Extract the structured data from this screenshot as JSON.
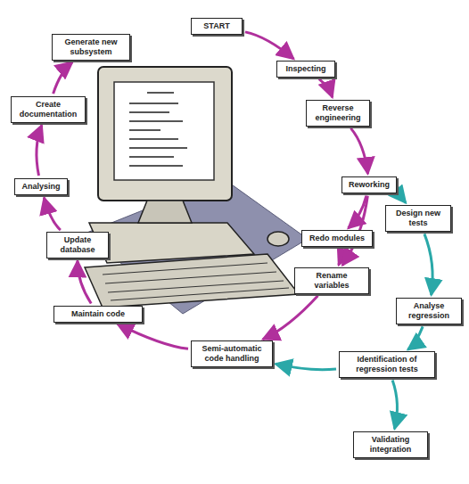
{
  "diagram": {
    "nodes": [
      {
        "text": [
          "START"
        ]
      },
      {
        "text": [
          "Inspecting"
        ]
      },
      {
        "text": [
          "Reverse engineering"
        ]
      },
      {
        "text": [
          "Reworking"
        ]
      },
      {
        "text": [
          "Design new tests"
        ]
      },
      {
        "text": [
          "Redo modules"
        ]
      },
      {
        "text": [
          "Rename variables"
        ]
      },
      {
        "text": [
          "Analyse regression"
        ]
      },
      {
        "text": [
          "Identification of regression tests"
        ]
      },
      {
        "text": [
          "Validating integration"
        ]
      },
      {
        "text": [
          "Semi-automatic code handling"
        ]
      },
      {
        "text": [
          "Maintain code"
        ]
      },
      {
        "text": [
          "Update database"
        ]
      },
      {
        "text": [
          "Analysing"
        ]
      },
      {
        "text": [
          "Create documentation"
        ]
      },
      {
        "text": [
          "Generate new subsystem"
        ]
      }
    ],
    "edges": [
      {
        "from": 0,
        "to": 1,
        "arrow": "to"
      },
      {
        "from": 1,
        "to": 2,
        "arrow": "to"
      },
      {
        "from": 2,
        "to": 3,
        "arrow": "to"
      },
      {
        "from": 3,
        "to": 5,
        "arrow": "to"
      },
      {
        "from": 5,
        "to": 6,
        "arrow": "to"
      },
      {
        "from": 3,
        "to": 6,
        "arrow": "to"
      },
      {
        "from": 6,
        "to": 10,
        "arrow": "to"
      },
      {
        "from": 10,
        "to": 11,
        "arrow": "to"
      },
      {
        "from": 11,
        "to": 12,
        "arrow": "to"
      },
      {
        "from": 12,
        "to": 13,
        "arrow": "to"
      },
      {
        "from": 13,
        "to": 14,
        "arrow": "to"
      },
      {
        "from": 14,
        "to": 15,
        "arrow": "to"
      },
      {
        "from": 3,
        "to": 4,
        "arrow": "to"
      },
      {
        "from": 4,
        "to": 7,
        "arrow": "to"
      },
      {
        "from": 7,
        "to": 8,
        "arrow": "to"
      },
      {
        "from": 8,
        "to": 9,
        "arrow": "to"
      },
      {
        "from": 8,
        "to": 10,
        "arrow": "to"
      }
    ]
  }
}
